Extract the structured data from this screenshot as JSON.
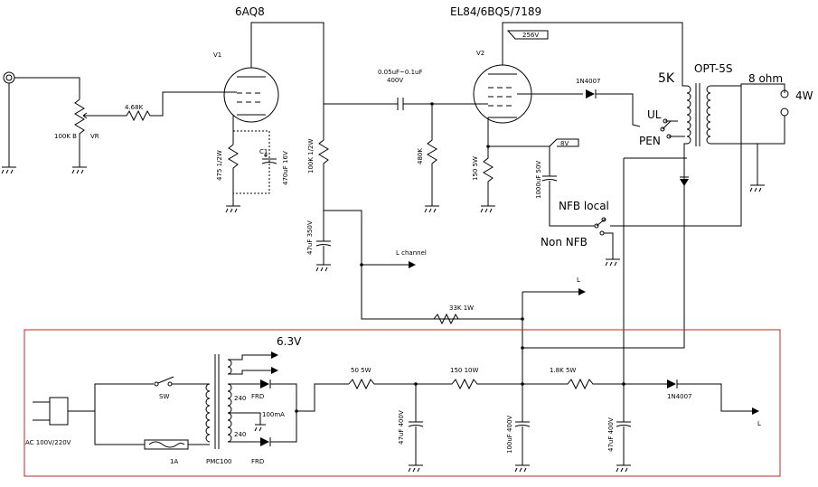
{
  "tubes": {
    "v1_type": "6AQ8",
    "v1_ref": "V1",
    "v2_type": "EL84/6BQ5/7189",
    "v2_ref": "V2"
  },
  "transformer": {
    "impedance": "5K",
    "model": "OPT-5S",
    "speaker": "8 ohm",
    "power": "4W",
    "ul": "UL",
    "pen": "PEN"
  },
  "nfb": {
    "local": "NFB local",
    "none": "Non NFB"
  },
  "components": {
    "r_input": "4.68K",
    "vr_value": "100K B",
    "vr_ref": "VR",
    "r_cathode1": "475 1/2W",
    "c1_ref": "C1",
    "c1_value": "470uF 16V",
    "r_plate1": "100K 1/2W",
    "c_coupling_value": "0.05uF~0.1uF",
    "c_coupling_voltage": "400V",
    "r_grid2": "480K",
    "r_cathode2": "150 5W",
    "c_cathode2": "1000uF 50V",
    "v_cathode2": "8V",
    "v_plate2": "256V",
    "diode_1": "1N4007",
    "c_decouple": "47uF 350V",
    "l_channel": "L channel",
    "r_feed": "33K 1W",
    "l_mark": "L"
  },
  "power_supply": {
    "heater_voltage": "6.3V",
    "sw": "SW",
    "ac": "AC 100V/220V",
    "fuse": "1A",
    "pt_model": "PMC100",
    "tap_upper": "240",
    "tap_lower": "240",
    "current": "100mA",
    "frd_upper": "FRD",
    "frd_lower": "FRD",
    "r1": "50 5W",
    "r2": "150 10W",
    "r3": "1.8K 5W",
    "diode": "1N4007",
    "c1": "47uF 400V",
    "c2": "100uF 400V",
    "c3": "47uF 400V",
    "l_out": "L"
  },
  "colors": {
    "wire": "#000000",
    "psu_border": "#cc2222"
  }
}
